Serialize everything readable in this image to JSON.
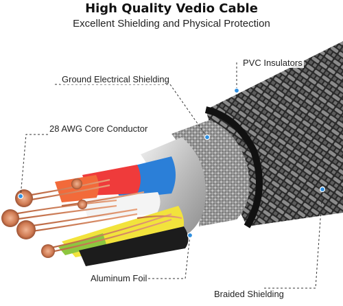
{
  "header": {
    "title": "High Quality Vedio Cable",
    "subtitle": "Excellent Shielding and Physical Protection"
  },
  "callouts": {
    "ground_shielding": "Ground Electrical Shielding",
    "pvc_insulators": "PVC Insulators",
    "core_conductor": "28 AWG Core Conductor",
    "aluminum_foil": "Aluminum Foil",
    "braided_shielding": "Braided Shielding"
  },
  "colors": {
    "callout_dot": "#2f8fe0",
    "copper": "#d7825a",
    "foil": "#c9c9c9",
    "jacket": "#1e1e1e"
  }
}
